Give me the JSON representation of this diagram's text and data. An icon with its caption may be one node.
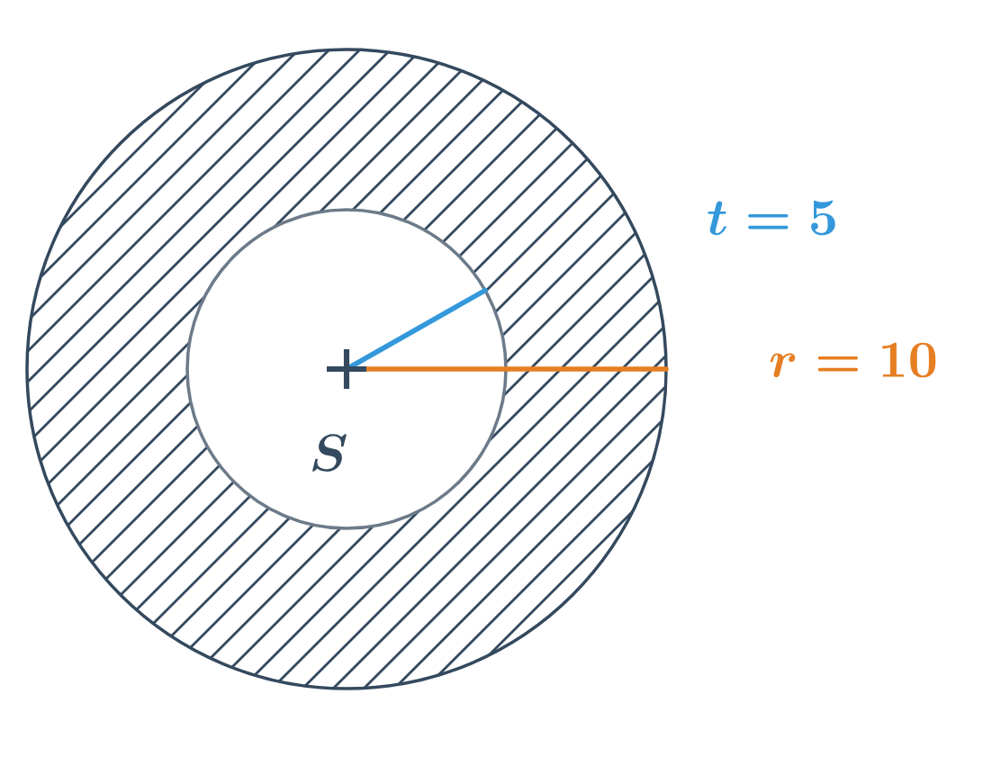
{
  "diagram": {
    "labels": [
      "t = 5",
      "r = 10",
      "S"
    ]
  }
}
